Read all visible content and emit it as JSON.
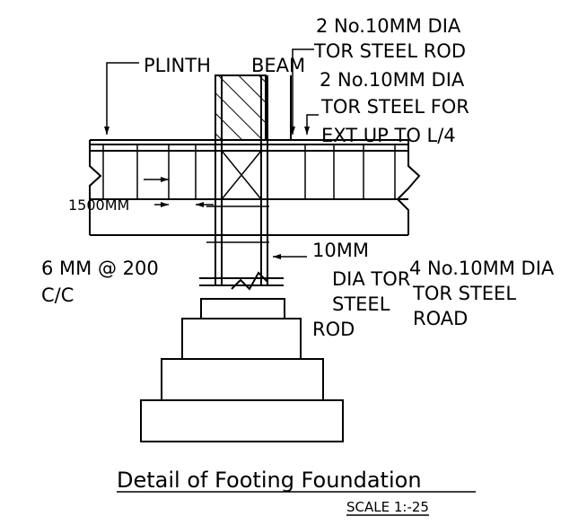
{
  "labels": {
    "plinth": "PLINTH",
    "beam": "BEAM",
    "rod_top_line1": "2 No.10MM DIA",
    "rod_top_line2": "TOR STEEL ROD",
    "rod_ext_line1": "2 No.10MM DIA",
    "rod_ext_line2": "TOR STEEL FOR",
    "rod_ext_line3": "EXT UP TO L/4",
    "spacing": "1500MM",
    "stirrup_line1": "6 MM @ 200",
    "stirrup_line2": "C/C",
    "col_rod_line1": "10MM",
    "col_rod_line2": "DIA TOR",
    "col_rod_line3": "STEEL",
    "col_rod_line4": "ROD",
    "main_rod_line1": "4 No.10MM DIA",
    "main_rod_line2": "TOR STEEL",
    "main_rod_line3": "ROAD"
  },
  "title": "Detail of Footing Foundation",
  "scale": "SCALE 1:-25"
}
